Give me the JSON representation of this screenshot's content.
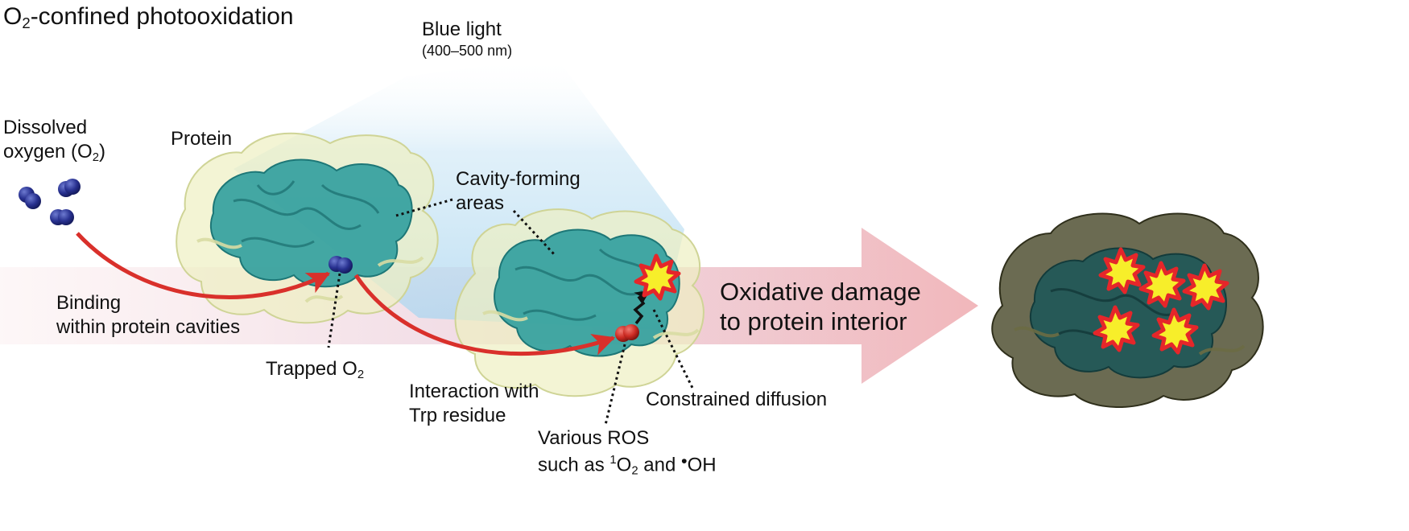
{
  "title": {
    "prefix": "O",
    "sub": "2",
    "rest": "-confined photooxidation"
  },
  "light": {
    "line1": "Blue light",
    "line2": "(400–500 nm)"
  },
  "dissolved": {
    "line1": "Dissolved",
    "line2_pre": "oxygen (O",
    "line2_sub": "2",
    "line2_post": ")"
  },
  "protein_label": "Protein",
  "cavity": {
    "line1": "Cavity-forming",
    "line2": "areas"
  },
  "binding": {
    "line1": "Binding",
    "line2": "within protein cavities"
  },
  "trapped": {
    "pre": "Trapped O",
    "sub": "2"
  },
  "interaction": {
    "line1": "Interaction with",
    "line2": "Trp residue"
  },
  "ros": {
    "line1": "Various ROS",
    "line2_pre": "such as ",
    "sup": "1",
    "o": "O",
    "sub": "2",
    "mid": " and ",
    "dot": "•",
    "oh": "OH"
  },
  "diffusion": "Constrained diffusion",
  "damage": {
    "line1": "Oxidative damage",
    "line2": "to protein interior"
  },
  "colors": {
    "arrow_red": "#d9302b",
    "big_arrow": "#f2b3b6",
    "protein_teal": "#2a9c9c",
    "protein_shell": "#e9ebb4",
    "oxygen_blue": "#2a3390",
    "oxygen_red": "#cc2a22",
    "light_blue": "#bcdff3",
    "burst_red": "#e5262a",
    "burst_yellow": "#f7ee2a"
  }
}
